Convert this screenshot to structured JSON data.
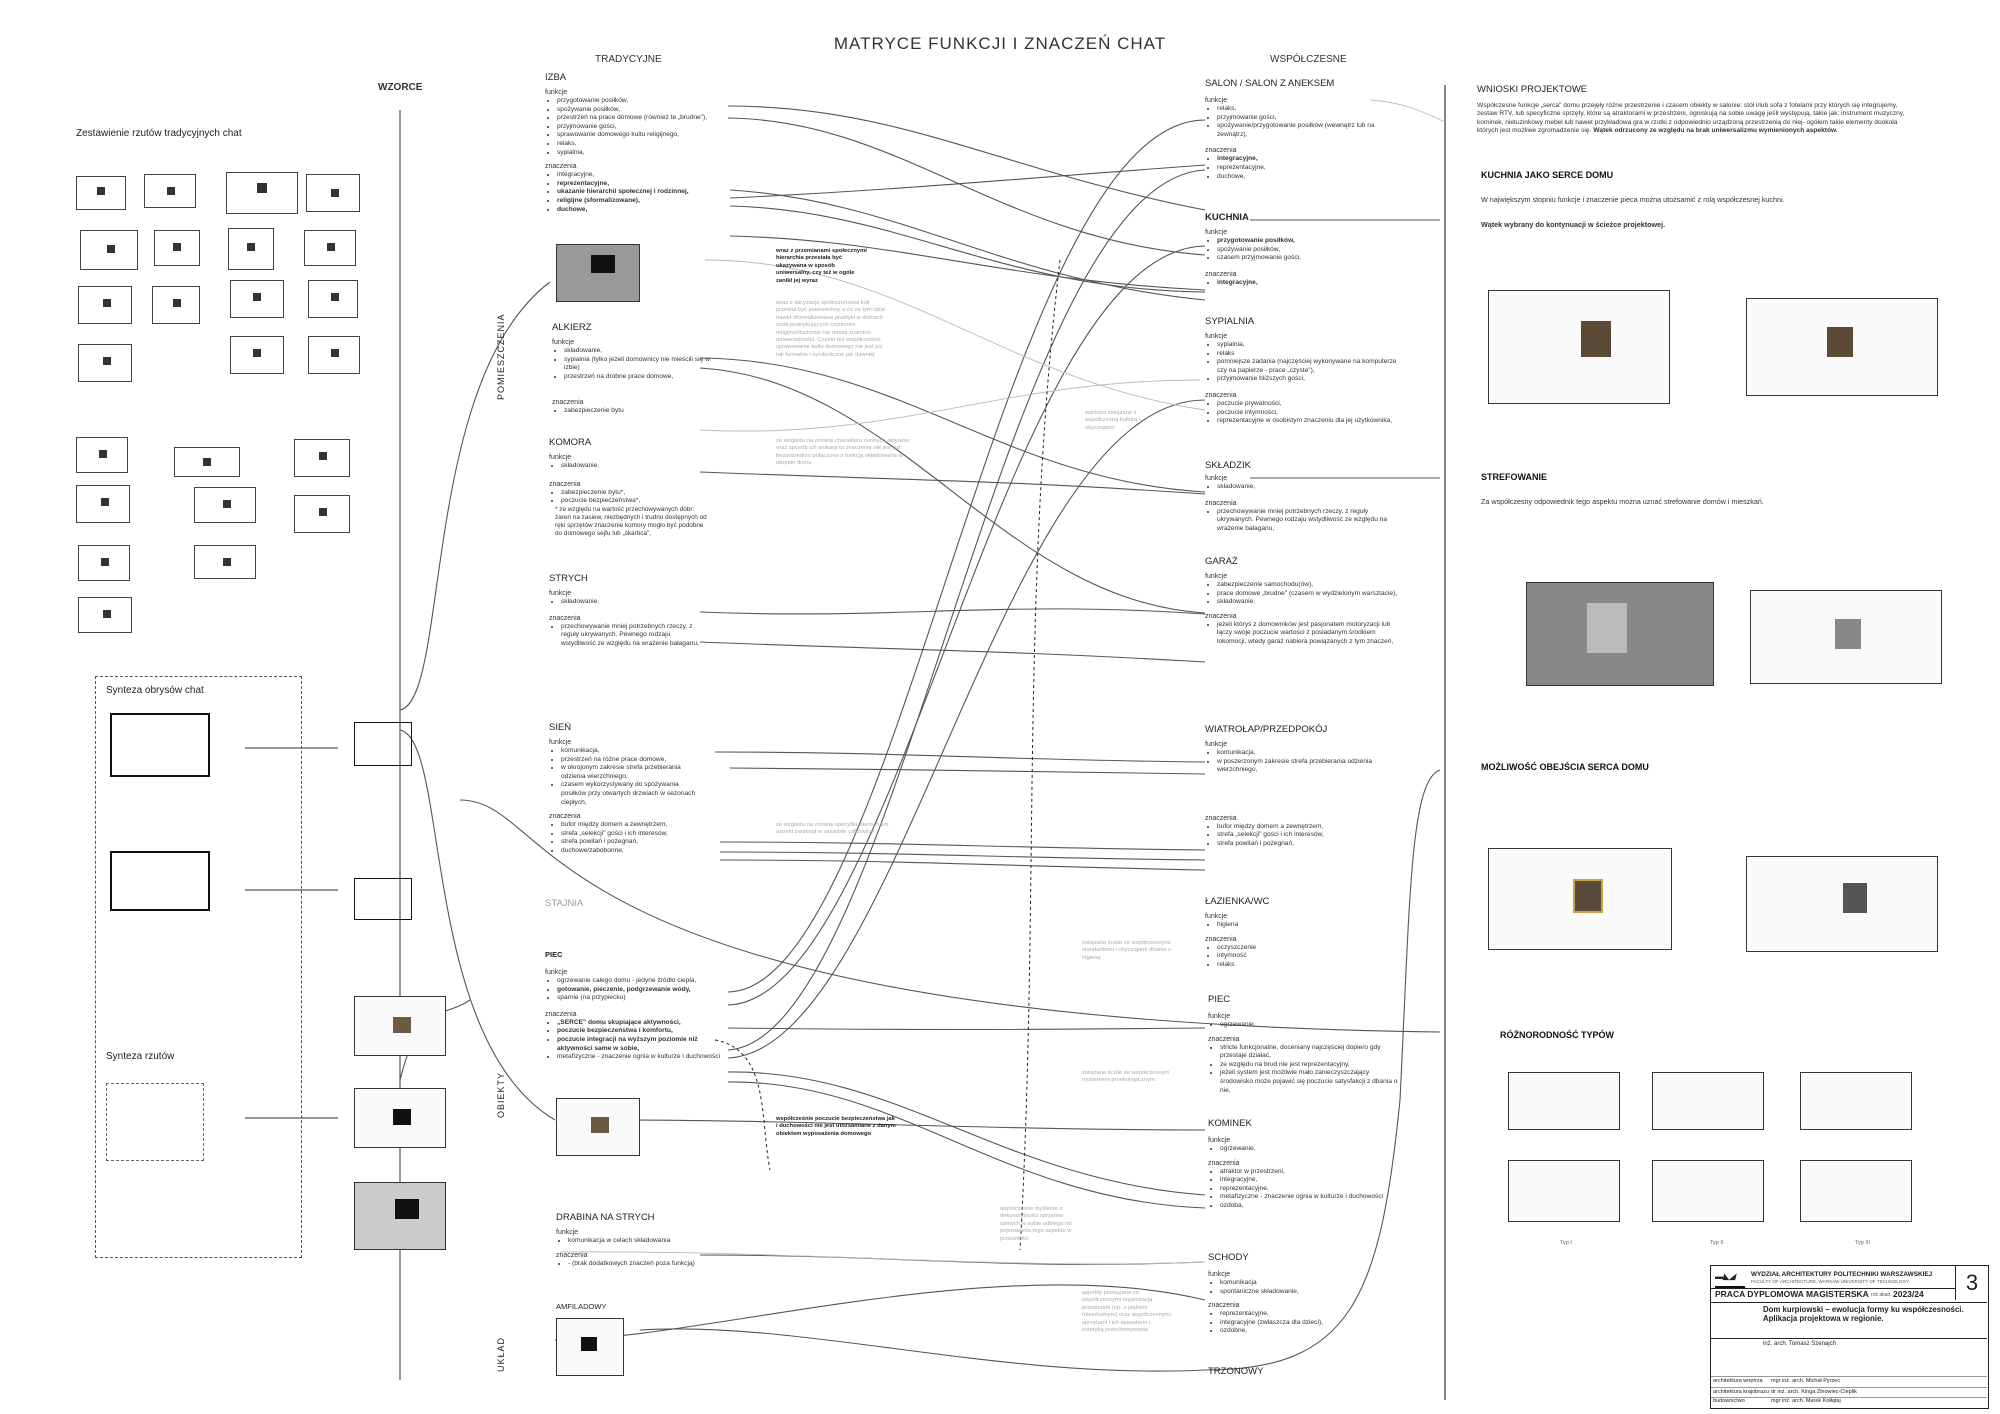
{
  "title": "MATRYCE FUNKCJI I ZNACZEŃ CHAT",
  "columns": {
    "traditional": "TRADYCYJNE",
    "modern": "WSPÓŁCZESNE"
  },
  "left": {
    "wzorce": "WZORCE",
    "plans_label": "Zestawienie rzutów tradycyjnych chat",
    "synteza_obrysow": "Synteza obrysów chat",
    "synteza_rzutow": "Synteza rzutów",
    "vertical_pomieszczenia": "POMIESZCZENIA",
    "vertical_obiekty": "OBIEKTY",
    "vertical_uklad": "UKŁAD"
  },
  "traditional": {
    "izba": {
      "name": "IZBA",
      "funkcje_label": "funkcje",
      "funkcje": [
        "przygotowanie posiłków,",
        "spożywanie posiłków,",
        "przestrzeń na prace domowe (również te „brudne\"),",
        "przyjmowanie gości,",
        "sprawowanie domowego kultu religijnego,",
        "relaks,",
        "sypialnia,"
      ],
      "znaczenia_label": "znaczenia",
      "znaczenia": [
        "integracyjne,",
        "reprezentacyjne,",
        "ukazanie hierarchii społecznej i rodzinnej,",
        "religijne (sformalizowane),",
        "duchowe,"
      ]
    },
    "alkierz": {
      "name": "ALKIERZ",
      "funkcje": [
        "składowanie,",
        "sypialnia (tylko jeżeli domownicy nie mieścili się w izbie)",
        "przestrzeń na drobne prace domowe,"
      ],
      "znaczenia": [
        "zabezpieczenie bytu"
      ]
    },
    "komora": {
      "name": "KOMORA",
      "funkcje": [
        "składowanie,"
      ],
      "znaczenia": [
        "zabezpieczenie bytu*,",
        "poczucie bezpieczeństwa*,",
        "* ze względu na wartość przechowywanych dóbr: zaren na zasiew, niezbędnych i trudno dostępnych od ręki sprzętów znaczenie komory mogło być podobne do domowego sejfu lub „skarbca\","
      ]
    },
    "strych": {
      "name": "STRYCH",
      "funkcje": [
        "składowanie,"
      ],
      "znaczenia": [
        "przechowywanie mniej potrzebnych rzeczy, z reguły ukrywanych. Pewnego rodzaju wstydliwość ze względu na wrażenie bałaganu,"
      ]
    },
    "sien": {
      "name": "SIEŃ",
      "funkcje": [
        "komunikacja,",
        "przestrzeń na różne prace domowe,",
        "w okrojonym zakresie strefa przebierania odzienia wierzchniego,",
        "czasem wykorzystywany do spożywania posiłków przy otwartych drzwiach w sezonach ciepłych,"
      ],
      "znaczenia": [
        "bufor między domem a zewnętrzem,",
        "strefa „selekcji\" gości i ich interesów,",
        "strefa powitań i pożegnań,",
        "duchowe/zabobonne,"
      ]
    },
    "stajnia": {
      "name": "STAJNIA"
    },
    "piec": {
      "name": "PIEC",
      "funkcje": [
        "ogrzewanie całego domu - jedyne źródło ciepła,",
        "gotowanie, pieczenie, podgrzewanie wody,",
        "sparnie (na przypiecku)"
      ],
      "znaczenia": [
        "„SERCE\" domu skupiające aktywności,",
        "poczucie bezpieczeństwa i komfortu,",
        "poczucie integracji na wyższym poziomie niż aktywności same w sobie,",
        "metafizyczne - znaczenie ognia w kulturze i duchowości"
      ]
    },
    "drabina": {
      "name": "DRABINA NA STRYCH",
      "funkcje": [
        "komunikacja w celach składowania"
      ],
      "znaczenia": [
        "- (brak dodatkowych znaczeń poza funkcją)"
      ]
    },
    "amfiladowy": {
      "name": "AMFILADOWY"
    }
  },
  "notes": {
    "n1": "wraz z przemianami społecznymi hierarchia przestała być ukazywana w sposób uniwersalny, czy też w ogóle zanikł jej wyraz",
    "n2": "wraz z laicyzacją społeczeństwa kult przestał być powszechny a co za tym idzie nawet sformalizowane praktyki w domach osób praktykujących czynności religijne/duchowe nie noszą znamion uniwersalności. Często też współcześnie sprawowanie kultu domowego nie jest już tak formalne i symboliczne jak dawniej",
    "n3": "ze względu na zmianę charakteru cennych aktywów oraz sposób ich alokacji to znaczenie nie jest już bezpośrednio połączone z funkcją składowania w obrębie domu",
    "n4": "ze względu na zmianę specyfiki wierzeń ten aspekt zaniknął w zasadzie całkowicie",
    "n5": "współcześnie poczucie bezpieczeństwa jak i duchowości nie jest utożsamiane z danym obiektem wyposażenia domowego",
    "n6": "wartości związane z współczesną kulturą i obyczajami",
    "n7": "związane ściśle ze współczesnymi standardami i obyczajami dbania o higienę",
    "n8": "związane ściśle ze współczesnym myśleniem proekologicznym",
    "n9": "współczesne myślenie o dekoracyjności sprzętów samych w sobie odbiega od pojmowania tego aspektu w przeszłości",
    "n10": "aspekty powiązane ze współczesnymi organizacją przestrzeni (np. z piętrem mieszkalnym) oraz współczesnymi sprzętami i ich sposobem i estetyką przechowywania"
  },
  "modern": {
    "salon": {
      "name": "SALON / SALON Z ANEKSEM",
      "funkcje": [
        "relaks,",
        "przyjmowanie gości,",
        "spożywanie/przygotowanie posiłków (wewnątrz lub na zewnątrz),"
      ],
      "znaczenia": [
        "integracyjne,",
        "reprezentacyjne,",
        "duchowe,"
      ]
    },
    "kuchnia": {
      "name": "KUCHNIA",
      "funkcje": [
        "przygotowanie posiłków,",
        "spożywanie posiłków,",
        "czasem przyjmowanie gości,"
      ],
      "znaczenia": [
        "integracyjne,"
      ]
    },
    "sypialnia": {
      "name": "SYPIALNIA",
      "funkcje": [
        "sypialnia,",
        "relaks",
        "pomniejsze zadania (najczęściej wykonywane na komputerze czy na papierze - prace „czyste\"),",
        "przyjmowanie bliższych gości,"
      ],
      "znaczenia": [
        "poczucie prywatności,",
        "poczucie intymności,",
        "reprezentacyjne w osobistym znaczeniu dla jej użytkownika,"
      ]
    },
    "skladzik": {
      "name": "SKŁADZIK",
      "funkcje": [
        "składowanie,"
      ],
      "znaczenia": [
        "przechowywanie mniej potrzebnych rzeczy, z reguły ukrywanych. Pewnego rodzaju wstydliwość ze względu na wrażenie bałaganu,"
      ]
    },
    "garaz": {
      "name": "GARAŻ",
      "funkcje": [
        "zabezpieczenie samochodu(ów),",
        "prace domowe „brudne\" (czasem w wydzielonym warsztacie),",
        "składowanie,"
      ],
      "znaczenia": [
        "jeżeli któryś z domowników jest pasjonatem motoryzacji lub łączy swoje poczucie wartości z posiadanym środkiem lokomocji, wtedy garaż nabiera powiązanych z tym znaczeń,"
      ]
    },
    "wiatrolap": {
      "name": "WIATROŁAP/PRZEDPOKÓJ",
      "funkcje": [
        "komunikacja,",
        "w poszerzonym zakresie strefa przebierania odzienia wierzchniego,"
      ],
      "znaczenia": [
        "bufor między domem a zewnętrzem,",
        "strefa „selekcji\" gości i ich interesów,",
        "strefa powitań i pożegnań,"
      ]
    },
    "lazienka": {
      "name": "ŁAZIENKA/WC",
      "funkcje": [
        "higiena"
      ],
      "znaczenia": [
        "oczyszczenie",
        "intymność",
        "relaks"
      ]
    },
    "piec": {
      "name": "PIEC",
      "funkcje": [
        "ogrzewanie,"
      ],
      "znaczenia": [
        "stricte funkcjonalne, doceniany najczęściej dopiero gdy przestaje działać,",
        "ze względu na brud nie jest reprezentacyjny,",
        "jeżeli system jest możliwie mało zanieczyszczający środowisko może pojawić się poczucie satysfakcji z dbania o nie,"
      ]
    },
    "kominek": {
      "name": "KOMINEK",
      "funkcje": [
        "ogrzewanie,"
      ],
      "znaczenia": [
        "atraktor w przestrzeni,",
        "integracyjne,",
        "reprezentacyjne,",
        "metafizyczne - znaczenie ognia w kulturze i duchowości",
        "ozdoba,"
      ]
    },
    "schody": {
      "name": "SCHODY",
      "funkcje": [
        "komunikacja",
        "spontaniczne składowanie,"
      ],
      "znaczenia": [
        "reprezentacyjne,",
        "integracyjne (zwłaszcza dla dzieci),",
        "ozdobne,"
      ]
    },
    "trzonowy": {
      "name": "TRZONOWY"
    }
  },
  "right": {
    "wnioski": "WNIOSKI PROJEKTOWE",
    "wnioski_text": "Współczesne funkcje „serca\" domu przejęły różne przestrzenie i czasem obiekty w salonie: stół i/lub sofa z fotelami przy których się integrujemy, zestaw RTV, lub specyficzne sprzęty, które są atraktorami w przestrzeni, ogniskują na sobie uwagę jeśli występują, takie jak: instrument muzyczny, kominek, nietuzinkowy mebel lub nawet przykładowa gra w rzutki z odpowiednio urządzoną przestrzenią do niej- ogółem takie elementy dookoła których jest możliwe zgromadzenie się.",
    "wnioski_bold": "Wątek odrzucony ze względu na brak uniwersalizmu wymienionych aspektów.",
    "kuchnia_head": "KUCHNIA JAKO SERCE DOMU",
    "kuchnia_text": "W największym stopniu funkcje i znaczenie pieca można utożsamić z rolą współczesnej kuchni.",
    "kuchnia_bold": "Wątek wybrany do kontynuacji w ścieżce projektowej.",
    "strefowanie_head": "STREFOWANIE",
    "strefowanie_text": "Za współczesny odpowiednik tego aspektu można uznać strefowanie domów i mieszkań.",
    "obejscie_head": "MOŻLIWOŚĆ OBEJŚCIA SERCA DOMU",
    "roznorodnosc_head": "RÓŻNORODNOŚĆ TYPÓW",
    "types": [
      "Typ I",
      "Typ II",
      "Typ III"
    ]
  },
  "titleblock": {
    "faculty": "WYDZIAŁ ARCHITEKTURY POLITECHNIKI WARSZAWSKIEJ",
    "faculty_en": "FACULTY OF ARCHITECTURE, WARSAW UNIVERSITY OF TECHNOLOGY",
    "number": "3",
    "work": "PRACA DYPLOMOWA MAGISTERSKA",
    "year_label": "rok akad.",
    "year": "2023/24",
    "topic": "Dom kurpiowski – ewolucja formy ku współczesności. Aplikacja projektowa w regionie.",
    "author": "inż. arch. Tomasz Szenajch",
    "rows": [
      "architektura wnętrza",
      "architektura krajobrazu",
      "budownictwo"
    ],
    "rows_names": [
      "mgr inż. arch. Michał Pyrzec",
      "dr inż. arch. Kinga Zinowiec-Cieplik",
      "mgr inż. arch. Marek Kołłątaj"
    ]
  }
}
